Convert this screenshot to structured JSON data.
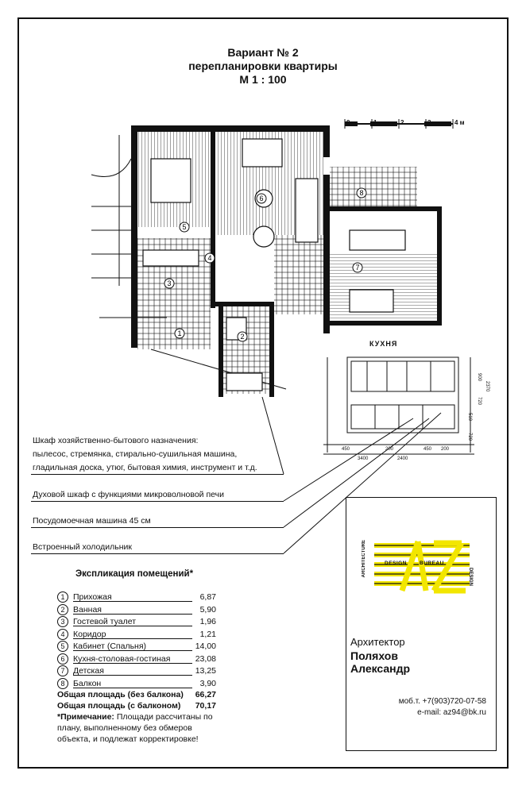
{
  "title": {
    "line1": "Вариант № 2",
    "line2": "перепланировки квартиры",
    "line3": "М 1 : 100"
  },
  "scale": {
    "ticks": [
      "0",
      "1",
      "2",
      "3",
      "4 м"
    ]
  },
  "plan_marks": [
    "1",
    "2",
    "3",
    "4",
    "5",
    "6",
    "7",
    "8"
  ],
  "kitchen": {
    "title": "КУХНЯ",
    "dims_bottom": [
      "450",
      "200",
      "2400",
      "450",
      "200",
      "3400"
    ],
    "dims_right": [
      "900",
      "720",
      "510",
      "720",
      "2370"
    ]
  },
  "notes": {
    "cabinet": [
      "Шкаф хозяйственно-бытового назначения:",
      "пылесос, стремянка, стирально-сушильная машина,",
      "гладильная доска, утюг, бытовая химия, инструмент и т.д."
    ],
    "oven": "Духовой шкаф с функциями микроволновой печи",
    "dishwasher": "Посудомоечная машина 45 см",
    "fridge": "Встроенный холодильник"
  },
  "explication": {
    "title": "Экспликация помещений*",
    "rooms": [
      {
        "num": "1",
        "name": "Прихожая",
        "area": "6,87"
      },
      {
        "num": "2",
        "name": "Ванная",
        "area": "5,90"
      },
      {
        "num": "3",
        "name": "Гостевой туалет",
        "area": "1,96"
      },
      {
        "num": "4",
        "name": "Коридор",
        "area": "1,21"
      },
      {
        "num": "5",
        "name": "Кабинет (Спальня)",
        "area": "14,00"
      },
      {
        "num": "6",
        "name": "Кухня-столовая-гостиная",
        "area": "23,08"
      },
      {
        "num": "7",
        "name": "Детская",
        "area": "13,25"
      },
      {
        "num": "8",
        "name": "Балкон",
        "area": "3,90"
      }
    ],
    "total_without_balcony": {
      "label": "Общая площадь (без балкона)",
      "area": "66,27"
    },
    "total_with_balcony": {
      "label": "Общая площадь (с балконом)",
      "area": "70,17"
    },
    "remark_label": "*Примечание:",
    "remark_text": "Площади рассчитаны по плану, выполненному без обмеров объекта, и подлежат корректировке!"
  },
  "logo": {
    "side_left": "ARCHITECTURE",
    "design": "DESIGN",
    "bureau": "BUREAU",
    "side_right": "DESIGN",
    "letters": "AZ"
  },
  "architect": {
    "role": "Архитектор",
    "surname": "Поляхов",
    "name": "Александр",
    "phone": "моб.т. +7(903)720-07-58",
    "email": "e-mail: az94@bk.ru"
  },
  "colors": {
    "ink": "#111111",
    "logo_yellow": "#f2e600"
  }
}
